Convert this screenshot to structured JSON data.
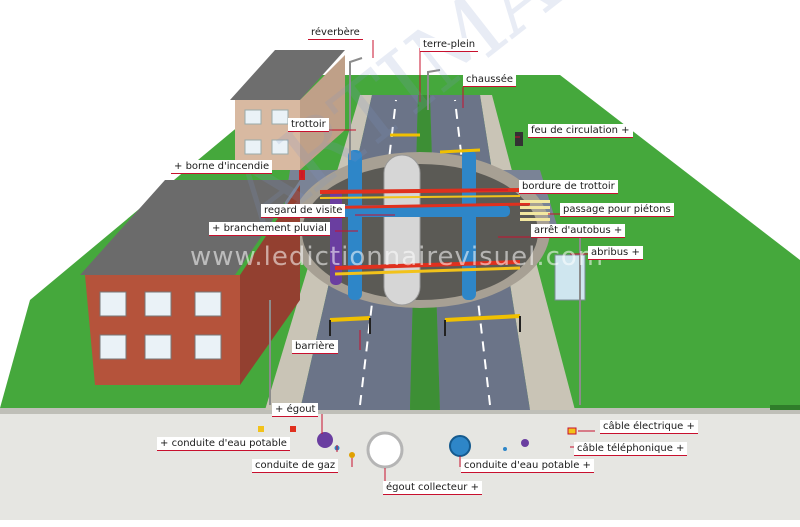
{
  "labels": {
    "reverbere": "réverbère",
    "terre_plein": "terre-plein",
    "chaussee": "chaussée",
    "trottoir": "trottoir",
    "feu_circulation": "feu de circulation",
    "borne_incendie": "borne d'incendie",
    "bordure_trottoir": "bordure de trottoir",
    "regard_visite": "regard de visite",
    "passage_pietons": "passage pour piétons",
    "branchement_pluvial": "branchement pluvial",
    "arret_autobus": "arrêt d'autobus",
    "abribus": "abribus",
    "barriere": "barrière",
    "egout": "égout",
    "cable_electrique": "câble électrique",
    "conduite_eau_potable_left": "conduite d'eau potable",
    "cable_telephonique": "câble téléphonique",
    "conduite_gaz": "conduite de gaz",
    "conduite_eau_potable_right": "conduite d'eau potable",
    "egout_collecteur": "égout collecteur",
    "plus_sign": "+"
  },
  "watermark": {
    "site": "www.ledictionnairevisuel.com",
    "brand": "ARTIMAGE.COM"
  },
  "colors": {
    "grass": "#45a83c",
    "asphalt": "#6b7488",
    "sidewalk": "#c9c4b6",
    "ground": "#e9e9e6",
    "accent_line": "#c8102e",
    "brick": "#b5533b",
    "beige_building": "#d8b9a1"
  }
}
